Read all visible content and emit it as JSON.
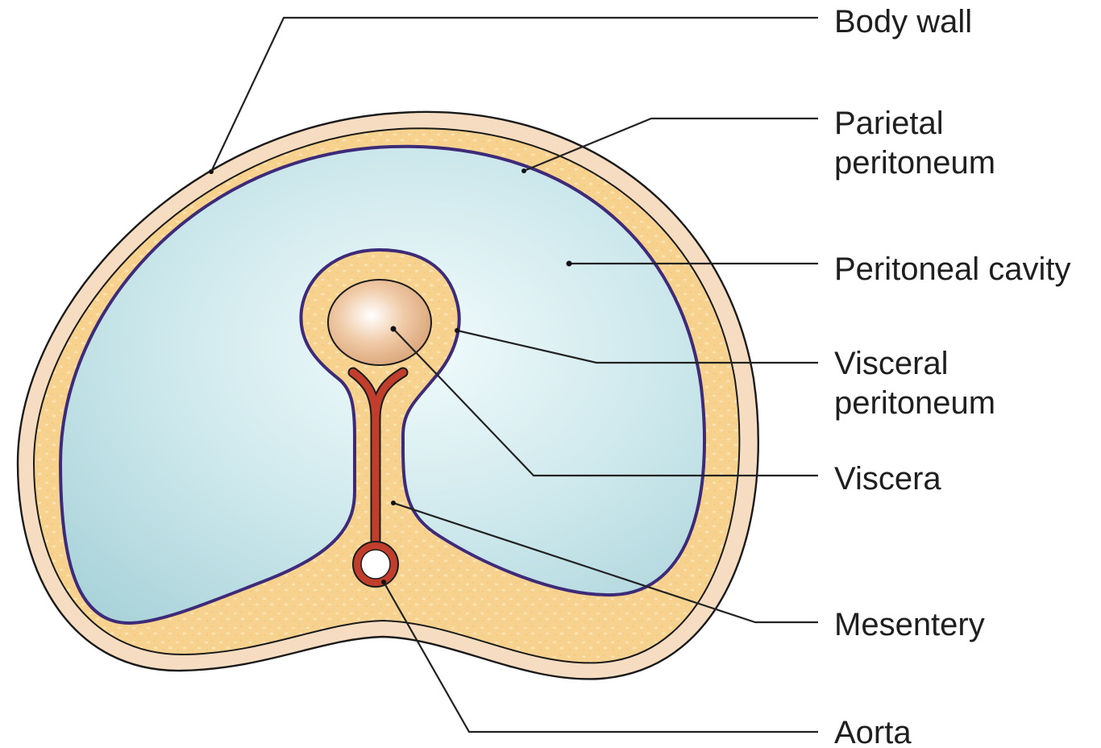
{
  "diagram": {
    "labels": {
      "body_wall": "Body wall",
      "parietal_line1": "Parietal",
      "parietal_line2": "peritoneum",
      "peritoneal_cavity": "Peritoneal cavity",
      "visceral_line1": "Visceral",
      "visceral_line2": "peritoneum",
      "viscera": "Viscera",
      "mesentery": "Mesentery",
      "aorta": "Aorta"
    },
    "colors": {
      "outer_skin": "#f6dcc0",
      "tissue_yellow": "#f6d28e",
      "cavity_light": "#f2fbfc",
      "cavity_dark": "#a8d2d9",
      "peritoneum_line": "#3d2b7a",
      "viscera_light": "#ffffff",
      "viscera_dark": "#d59b6d",
      "aorta_red": "#c23e2c",
      "outline": "#1a1a1a"
    }
  }
}
